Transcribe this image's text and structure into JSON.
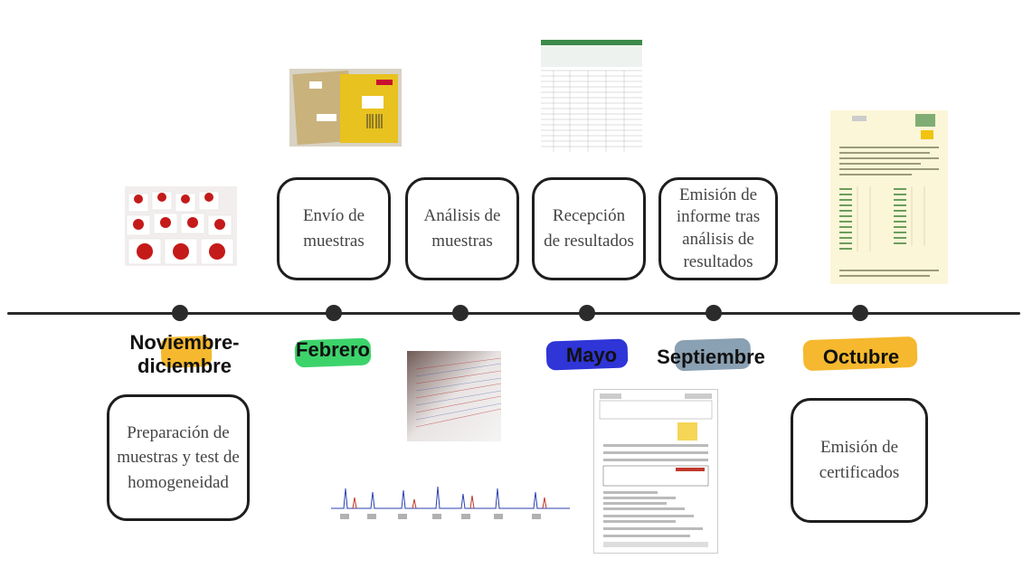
{
  "timeline": {
    "events": [
      {
        "id": "nov",
        "month": "Noviembre-\ndiciembre",
        "month_line1": "Noviembre-",
        "month_line2": "diciembre",
        "highlight": "#f5b82e",
        "description": "Preparación de muestras y test de homogeneidad",
        "position": "below"
      },
      {
        "id": "feb",
        "month": "Febrero",
        "highlight": "#3dd36b",
        "description": "Envío de muestras",
        "position": "above"
      },
      {
        "id": "analysis",
        "month": "",
        "description": "Análisis de muestras",
        "position": "above"
      },
      {
        "id": "may",
        "month": "Mayo",
        "highlight": "#2f35d6",
        "description": "Recepción de resultados",
        "position": "above"
      },
      {
        "id": "sep",
        "month": "Septiembre",
        "highlight": "#8aa0b3",
        "description": "Emisión de informe tras análisis de resultados",
        "position": "above"
      },
      {
        "id": "oct",
        "month": "Octubre",
        "highlight": "#f5b82e",
        "description": "Emisión de certificados",
        "position": "below"
      }
    ]
  },
  "labels": {
    "nov_line1": "Noviembre-",
    "nov_line2": "diciembre",
    "feb": "Febrero",
    "may": "Mayo",
    "sep": "Septiembre",
    "oct": "Octubre",
    "box_prep": "Preparación de muestras y test de homogeneidad",
    "box_envio": "Envío de muestras",
    "box_analisis": "Análisis de muestras",
    "box_recepcion": "Recepción de resultados",
    "box_informe": "Emisión de informe tras análisis de resultados",
    "box_certificados": "Emisión de certificados"
  },
  "colors": {
    "line": "#2a2a2a",
    "orange_highlight": "#f5b82e",
    "green_highlight": "#3dd36b",
    "blue_highlight": "#2f35d6",
    "gray_highlight": "#8aa0b3"
  }
}
